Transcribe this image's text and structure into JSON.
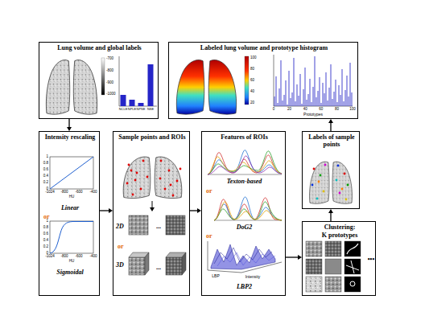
{
  "diagram": {
    "nodes": [
      {
        "text": [
          "Lung volume and global labels"
        ]
      },
      {
        "text": [
          "Intensity rescaling",
          "Linear",
          "or",
          "Sigmoidal"
        ]
      },
      {
        "text": [
          "Sample points and ROIs",
          "2D",
          "...",
          "or",
          "3D",
          "..."
        ]
      },
      {
        "text": [
          "Features of ROIs",
          "Texton-based",
          "or",
          "DoG2",
          "or",
          "LBP2"
        ]
      },
      {
        "text": [
          "Labeled lung volume and prototype histogram"
        ]
      },
      {
        "text": [
          "Labels of sample points"
        ]
      },
      {
        "text": [
          "Clustering:",
          "K prototypes",
          "•••"
        ]
      }
    ],
    "edges": [
      {
        "from": 0,
        "to": 1,
        "arrow": "to"
      },
      {
        "from": 1,
        "to": 2,
        "arrow": "to"
      },
      {
        "from": 2,
        "to": 3,
        "arrow": "to"
      },
      {
        "from": 3,
        "to": 6,
        "arrow": "to"
      },
      {
        "from": 6,
        "to": 5,
        "arrow": "to"
      },
      {
        "from": 5,
        "to": 4,
        "arrow": "to"
      }
    ],
    "labels": [
      "-700",
      "-800",
      "-900",
      "-1000",
      "NCLE",
      "NPLE",
      "NPSE",
      "NSE",
      "1",
      "0.8",
      "0.6",
      "0.4",
      "0.2",
      "0",
      "-1024",
      "-800",
      "-600",
      "-400",
      "HU",
      "1",
      "0.8",
      "0.6",
      "0.4",
      "0.2",
      "0",
      "-1024",
      "-800",
      "-600",
      "-400",
      "HU",
      "LBP",
      "Intensity",
      "100",
      "80",
      "60",
      "40",
      "20",
      "0",
      "20",
      "40",
      "60",
      "80",
      "100",
      "Prototypes"
    ]
  }
}
